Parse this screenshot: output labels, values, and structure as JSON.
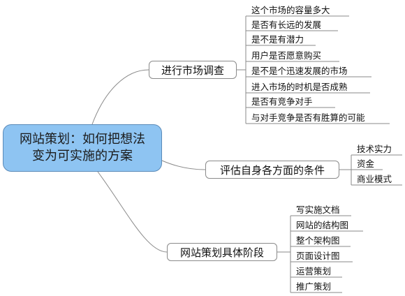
{
  "central": {
    "line1": "网站策划：如何把想法",
    "line2": "变为可实施的方案"
  },
  "branches": [
    {
      "label": "进行市场调查",
      "items": [
        "这个市场的容量多大",
        "是否有长远的发展",
        "是不是有潜力",
        "用户是否愿意购买",
        "是不是个迅速发展的市场",
        "进入市场的时机是否成熟",
        "是否有竞争对手",
        "与对手竞争是否有胜算的可能"
      ]
    },
    {
      "label": "评估自身各方面的条件",
      "items": [
        "技术实力",
        "资金",
        "商业模式"
      ]
    },
    {
      "label": "网站策划具体阶段",
      "items": [
        "写实施文档",
        "网站的结构图",
        "整个架构图",
        "页面设计图",
        "运营策划",
        "推广策划"
      ]
    }
  ],
  "colors": {
    "central_fill": "#8ec4f2",
    "central_border": "#5a8ab8",
    "line": "#8a8a8a"
  }
}
